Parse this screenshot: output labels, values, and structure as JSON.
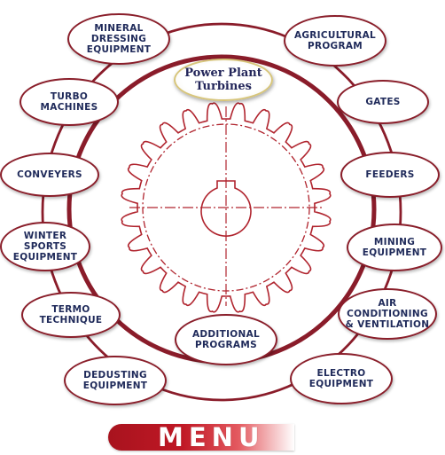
{
  "diagram": {
    "center_node": {
      "label": "Power Plant\nTurbines"
    },
    "nodes": {
      "mineral": "MINERAL\nDRESSING\nEQUIPMENT",
      "agricultural": "AGRICULTURAL\nPROGRAM",
      "turbo": "TURBO\nMACHINES",
      "gates": "GATES",
      "conveyers": "CONVEYERS",
      "feeders": "FEEDERS",
      "winter": "WINTER\nSPORTS\nEQUIPMENT",
      "mining": "MINING\nEQUIPMENT",
      "termo": "TERMO\nTECHNIQUE",
      "air": "AIR\nCONDITIONING\n& VENTILATION",
      "additional": "ADDITIONAL\nPROGRAMS",
      "dedusting": "DEDUSTING\nEQUIPMENT",
      "electro": "ELECTRO\nEQUIPMENT"
    }
  },
  "menu": {
    "label": "MENU"
  },
  "colors": {
    "ring": "#8a1e2a",
    "gear": "#b0242e",
    "node_text": "#1f2a5a",
    "node_border": "#8a1e2a",
    "menu_red": "#c01825"
  }
}
